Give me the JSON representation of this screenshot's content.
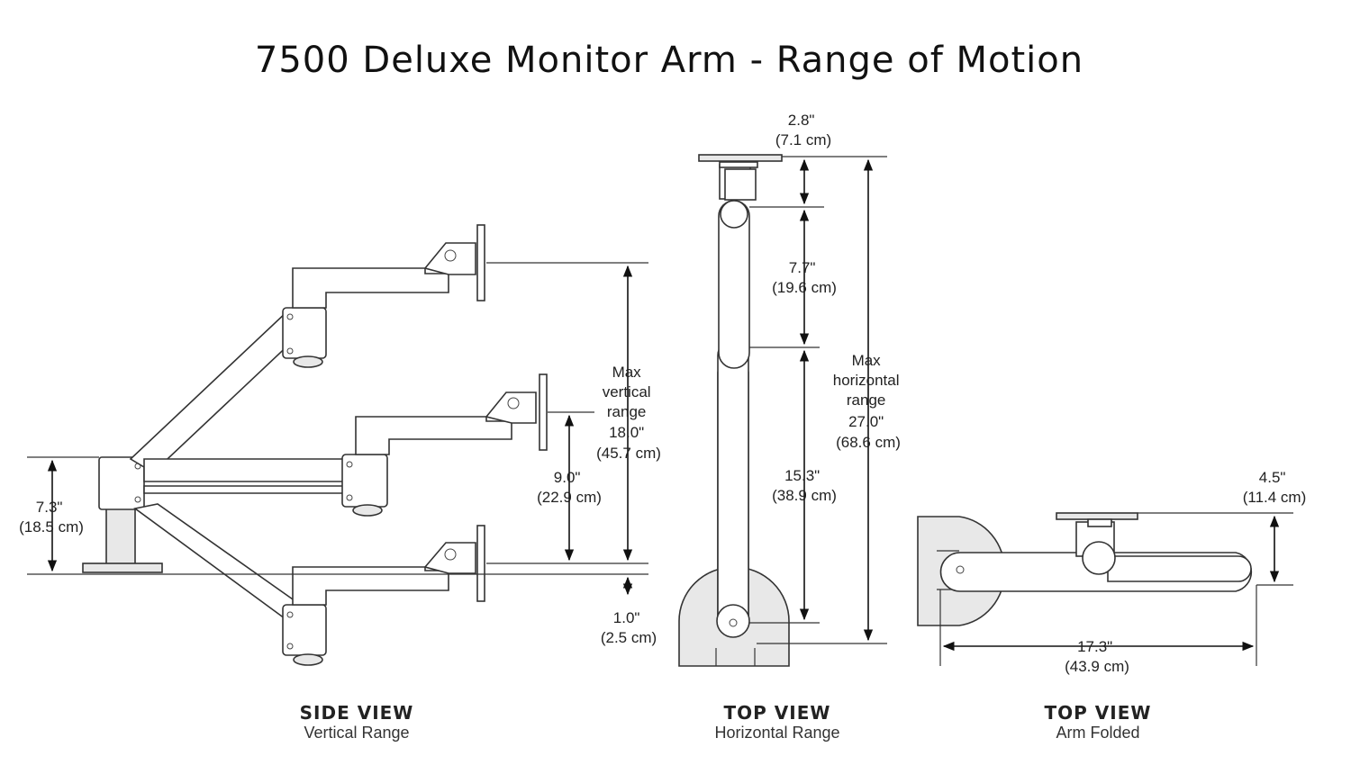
{
  "title": "7500 Deluxe Monitor Arm - Range of Motion",
  "views": {
    "side": {
      "title": "SIDE VIEW",
      "subtitle": "Vertical Range",
      "dims": {
        "base_height": [
          "7.3\"",
          "(18.5 cm)"
        ],
        "mid_offset": [
          "9.0\"",
          "(22.9 cm)"
        ],
        "max_vertical": [
          "Max",
          "vertical",
          "range",
          "18.0\"",
          "(45.7 cm)"
        ],
        "bottom_offset": [
          "1.0\"",
          "(2.5 cm)"
        ]
      }
    },
    "top_horizontal": {
      "title": "TOP VIEW",
      "subtitle": "Horizontal Range",
      "dims": {
        "plate_depth": [
          "2.8\"",
          "(7.1 cm)"
        ],
        "upper_arm": [
          "7.7\"",
          "(19.6 cm)"
        ],
        "lower_arm": [
          "15.3\"",
          "(38.9 cm)"
        ],
        "max_horizontal": [
          "Max",
          "horizontal",
          "range",
          "27.0\"",
          "(68.6 cm)"
        ]
      }
    },
    "top_folded": {
      "title": "TOP VIEW",
      "subtitle": "Arm Folded",
      "dims": {
        "folded_depth": [
          "4.5\"",
          "(11.4 cm)"
        ],
        "folded_length": [
          "17.3\"",
          "(43.9 cm)"
        ]
      }
    }
  }
}
